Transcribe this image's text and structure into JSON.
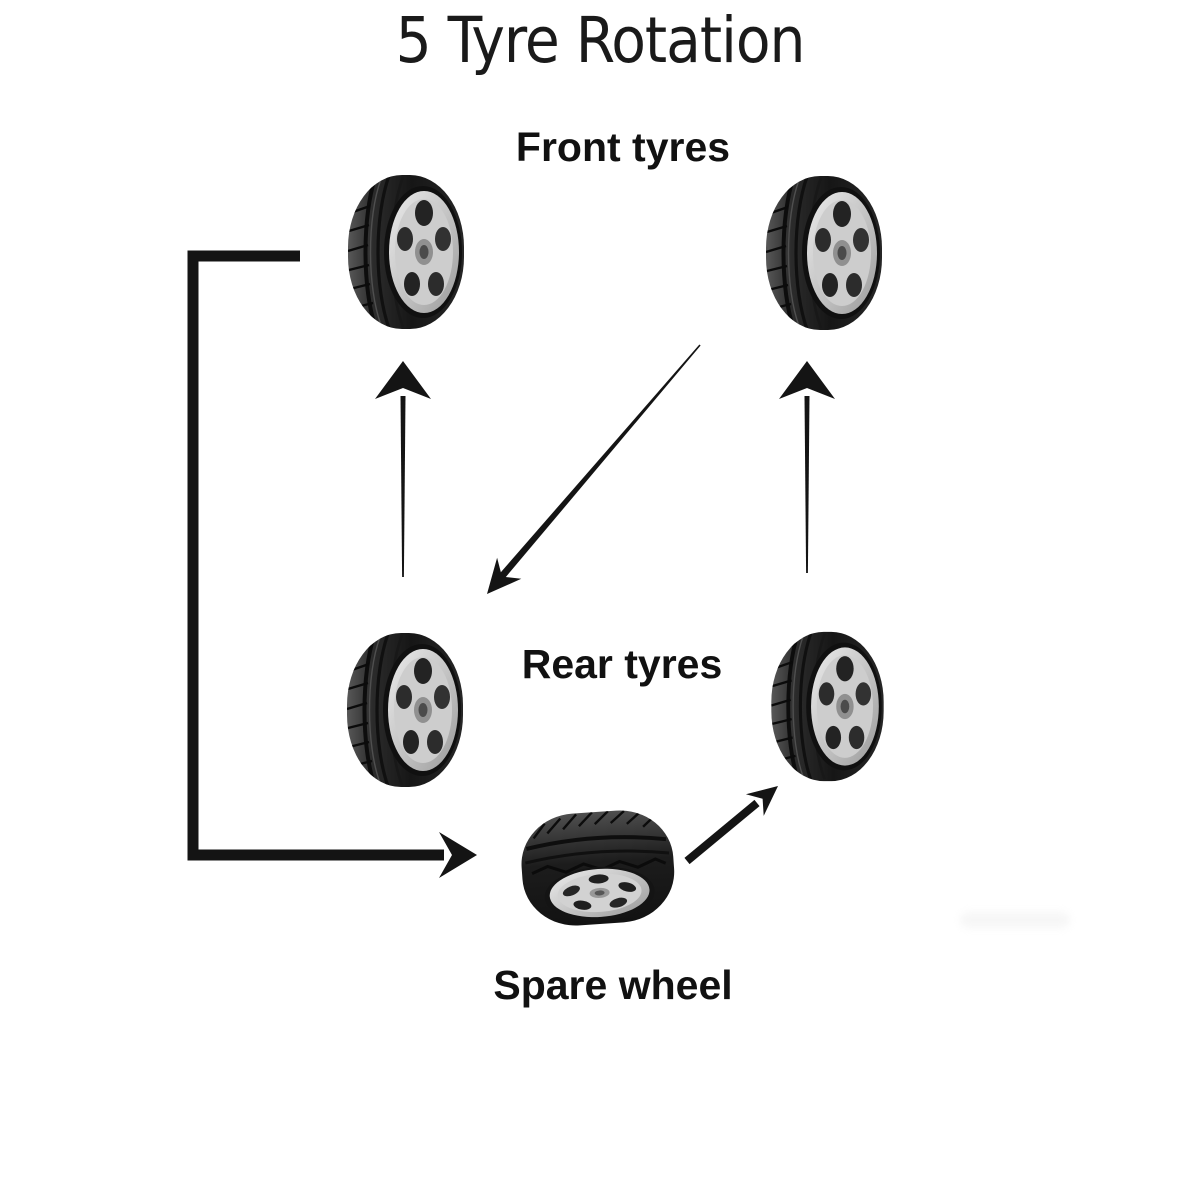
{
  "title": "5 Tyre Rotation",
  "labels": {
    "front_tyres": "Front tyres",
    "rear_tyres": "Rear tyres",
    "spare_wheel": "Spare wheel"
  },
  "diagram": {
    "type": "tyre-rotation-flow",
    "nodes": [
      {
        "id": "front-left-tyre",
        "group": "Front tyres",
        "icon": "tyre-side-view"
      },
      {
        "id": "front-right-tyre",
        "group": "Front tyres",
        "icon": "tyre-side-view"
      },
      {
        "id": "rear-left-tyre",
        "group": "Rear tyres",
        "icon": "tyre-side-view"
      },
      {
        "id": "rear-right-tyre",
        "group": "Rear tyres",
        "icon": "tyre-side-view"
      },
      {
        "id": "spare-wheel",
        "group": "Spare wheel",
        "icon": "tyre-tilted-view"
      }
    ],
    "arrows": [
      {
        "from": "rear-left-tyre",
        "to": "front-left-tyre",
        "style": "straight-up"
      },
      {
        "from": "rear-right-tyre",
        "to": "front-right-tyre",
        "style": "straight-up"
      },
      {
        "from": "front-right-tyre",
        "to": "rear-left-tyre",
        "style": "long-diagonal-down-left"
      },
      {
        "from": "front-left-tyre",
        "to": "spare-wheel",
        "style": "l-shaped-left-down-right"
      },
      {
        "from": "spare-wheel",
        "to": "rear-right-tyre",
        "style": "short-diagonal-up-right"
      }
    ]
  },
  "colors": {
    "background": "#ffffff",
    "text": "#111111",
    "arrow": "#141414",
    "tyre_rubber": "#1d1d1d",
    "rim_silver": "#c9c9c9"
  }
}
